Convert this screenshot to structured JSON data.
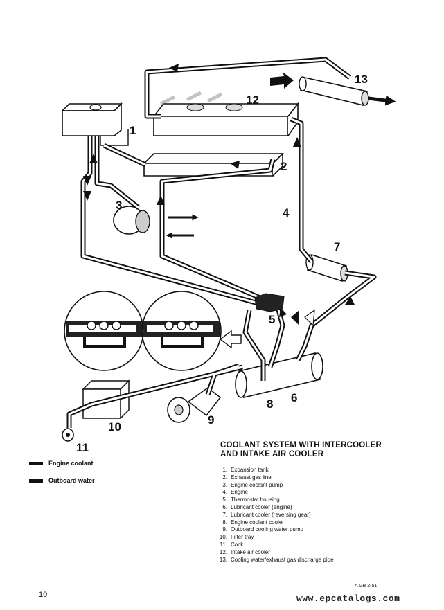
{
  "diagram": {
    "labels": [
      "1",
      "2",
      "3",
      "4",
      "5",
      "6",
      "7",
      "8",
      "9",
      "10",
      "11",
      "12",
      "13"
    ]
  },
  "legend": {
    "engine_coolant": "Engine coolant",
    "outboard_water": "Outboard water"
  },
  "title": {
    "line1": "COOLANT SYSTEM WITH INTERCOOLER",
    "line2": "AND INTAKE AIR COOLER"
  },
  "parts": [
    {
      "n": "1.",
      "label": "Expansion tank"
    },
    {
      "n": "2.",
      "label": "Exhaust gas line"
    },
    {
      "n": "3.",
      "label": "Engine coolant pump"
    },
    {
      "n": "4.",
      "label": "Engine"
    },
    {
      "n": "5.",
      "label": "Thermostat housing"
    },
    {
      "n": "6.",
      "label": "Lubricant cooler (engine)"
    },
    {
      "n": "7.",
      "label": "Lubricant cooler (reversing gear)"
    },
    {
      "n": "8.",
      "label": "Engine coolant cooler"
    },
    {
      "n": "9.",
      "label": "Outboard cooling water pump"
    },
    {
      "n": "10.",
      "label": "Filter tray"
    },
    {
      "n": "11.",
      "label": "Cock"
    },
    {
      "n": "12.",
      "label": "Intake air cooler"
    },
    {
      "n": "13.",
      "label": "Cooling water/exhaust gas discharge pipe"
    }
  ],
  "footer": {
    "page": "10",
    "code": "A GB 2-51",
    "watermark": "www.epcatalogs.com"
  }
}
